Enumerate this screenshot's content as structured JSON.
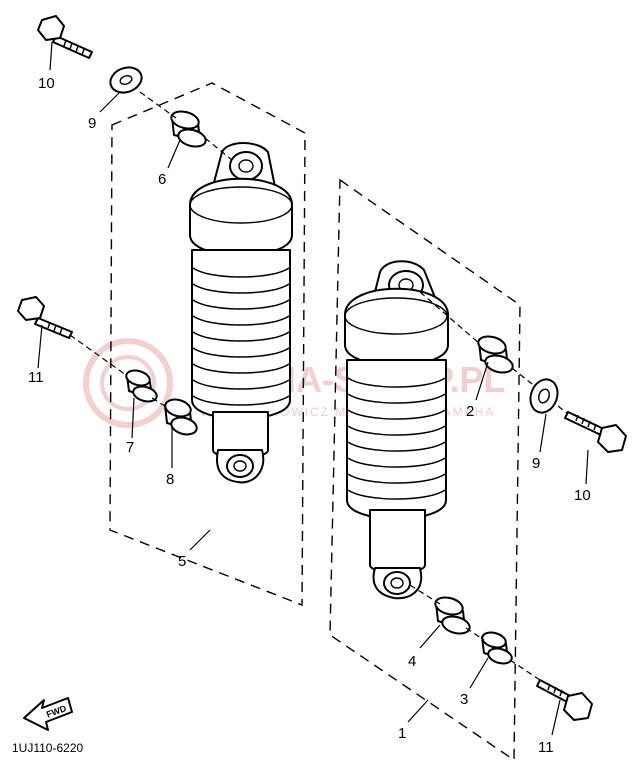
{
  "diagram_code": "1UJ110-6220",
  "direction_label": "FWD",
  "watermark": {
    "brand": "MAMA-SKLEP.PL",
    "tagline": "WOJCIECHOWICZ MOTOCYKLE YAMAHA"
  },
  "callouts": {
    "c1": "1",
    "c2": "2",
    "c3": "3",
    "c4": "4",
    "c5": "5",
    "c6": "6",
    "c7": "7",
    "c8": "8",
    "c9_left": "9",
    "c9_right": "9",
    "c10_left": "10",
    "c10_right": "10",
    "c11_left": "11",
    "c11_right": "11"
  }
}
